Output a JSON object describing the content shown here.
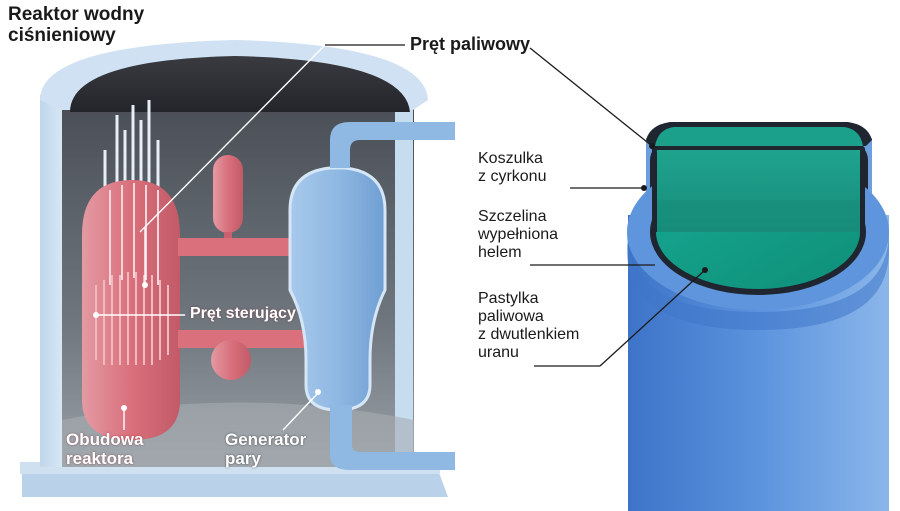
{
  "title": [
    "Reaktor wodny",
    "ciśnieniowy"
  ],
  "labels": {
    "fuel_rod": "Pręt paliwowy",
    "control_rod": "Pręt sterujący",
    "vessel": [
      "Obudowa",
      "reaktora"
    ],
    "generator": [
      "Generator",
      "pary"
    ],
    "cladding": [
      "Koszulka",
      "z cyrkonu"
    ],
    "gap": [
      "Szczelina",
      "wypełniona",
      "helem"
    ],
    "pellet": [
      "Pastylka",
      "paliwowa",
      "z dwutlenkiem",
      "uranu"
    ]
  },
  "colors": {
    "reactor_pink": "#d9707c",
    "water_blue": "#8fb8e2",
    "cladding_blue": "#4d86d6",
    "fuel_teal": "#1a9c87",
    "dome_dark": "#2f2f35"
  }
}
